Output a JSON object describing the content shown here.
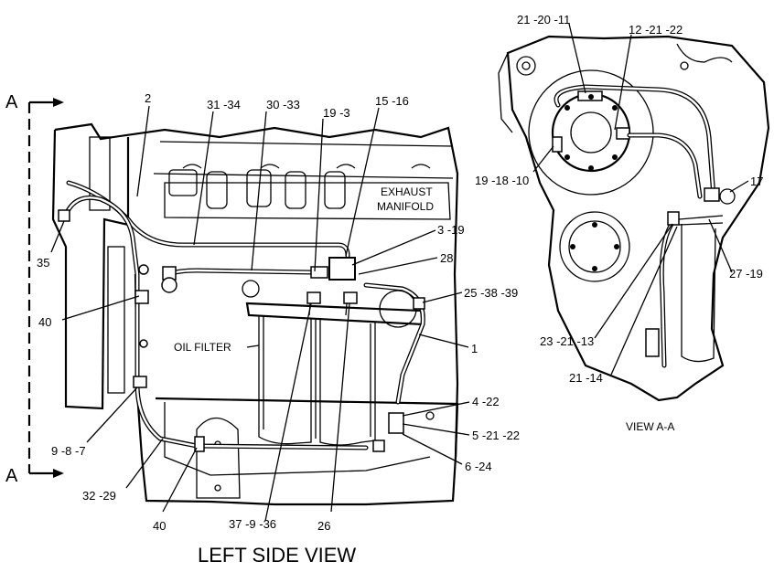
{
  "main_view": {
    "title": "LEFT SIDE VIEW",
    "section_marker_top": "A",
    "section_marker_bottom": "A",
    "text_labels": {
      "exhaust_manifold": "EXHAUST\nMANIFOLD",
      "exhaust_line1": "EXHAUST",
      "exhaust_line2": "MANIFOLD",
      "oil_filter": "OIL FILTER"
    },
    "callouts": {
      "c2": "2",
      "c31_34": "31 -34",
      "c30_33": "30 -33",
      "c19_3": "19 -3",
      "c15_16": "15 -16",
      "c3_19": "3 -19",
      "c28": "28",
      "c25_38_39": "25 -38 -39",
      "c1": "1",
      "c4_22": "4 -22",
      "c5_21_22": "5 -21 -22",
      "c6_24": "6 -24",
      "c35": "35",
      "c40a": "40",
      "c9_8_7": "9 -8 -7",
      "c32_29": "32 -29",
      "c40b": "40",
      "c37_9_36": "37 -9 -36",
      "c26": "26"
    }
  },
  "view_aa": {
    "title": "VIEW A-A",
    "callouts": {
      "c21_20_11": "21 -20 -11",
      "c12_21_22": "12 -21 -22",
      "c19_18_10": "19 -18 -10",
      "c17": "17",
      "c27_19": "27 -19",
      "c23_21_13": "23 -21 -13",
      "c21_14": "21 -14"
    }
  }
}
